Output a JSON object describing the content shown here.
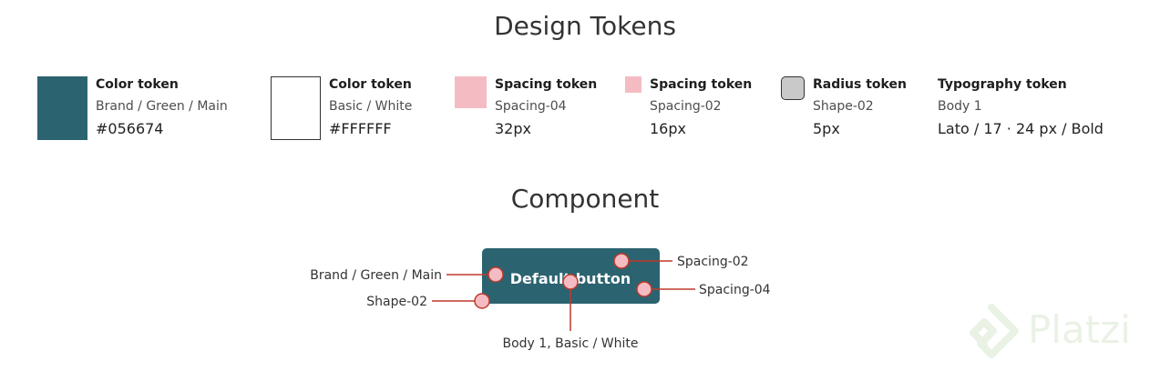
{
  "titles": {
    "tokens": "Design Tokens",
    "component": "Component"
  },
  "tokens": [
    {
      "title": "Color token",
      "subtitle": "Brand / Green / Main",
      "value": "#056674",
      "swatch_color": "#2c6370"
    },
    {
      "title": "Color token",
      "subtitle": "Basic / White",
      "value": "#FFFFFF",
      "swatch_color": "#ffffff"
    },
    {
      "title": "Spacing token",
      "subtitle": "Spacing-04",
      "value": "32px",
      "swatch_color": "#f4bcc2"
    },
    {
      "title": "Spacing token",
      "subtitle": "Spacing-02",
      "value": "16px",
      "swatch_color": "#f4bcc2"
    },
    {
      "title": "Radius token",
      "subtitle": "Shape-02",
      "value": "5px",
      "swatch_color": "#c9c9c9"
    },
    {
      "title": "Typography token",
      "subtitle": "Body 1",
      "value": "Lato / 17 · 24 px / Bold"
    }
  ],
  "component": {
    "button_label": "Default button",
    "button_color": "#2c6370",
    "marker_color": "#f4bcc2",
    "line_color": "#c0392b",
    "callouts": {
      "color": "Brand / Green / Main",
      "shape": "Shape-02",
      "spacing02": "Spacing-02",
      "spacing04": "Spacing-04",
      "typography": "Body 1, Basic / White"
    }
  },
  "watermark": "Platzi",
  "colors": {
    "brand_green": "#2c6370",
    "accent_pink": "#f4bcc2",
    "callout_line": "#c0392b"
  }
}
